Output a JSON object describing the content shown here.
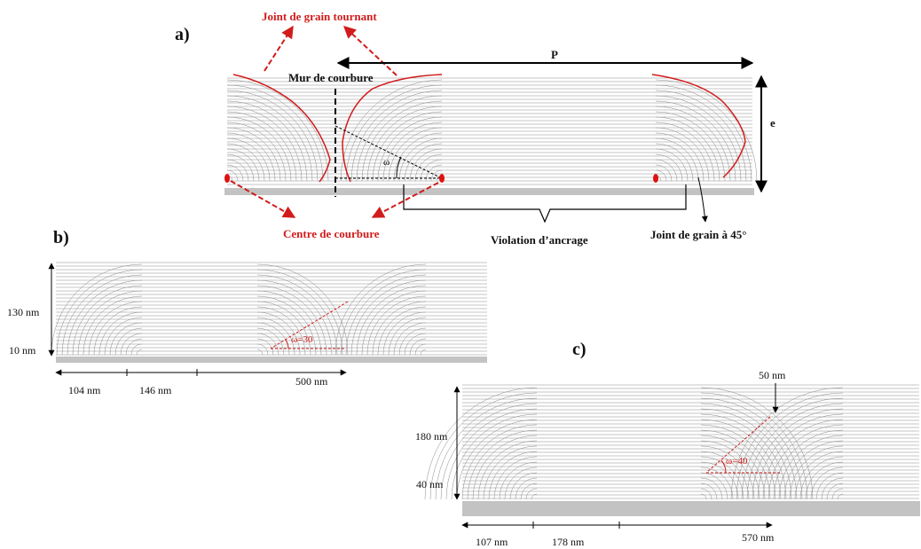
{
  "panels": {
    "a": "a)",
    "b": "b)",
    "c": "c)"
  },
  "panel_a": {
    "joint_tournant": "Joint de grain tournant",
    "mur_courbure": "Mur de courbure",
    "period": "P",
    "thickness": "e",
    "omega": "ω",
    "centre_courbure": "Centre de courbure",
    "violation": "Violation d’ancrage",
    "joint_45": "Joint de grain à 45°"
  },
  "panel_b": {
    "thickness": "130 nm",
    "anchor": "10 nm",
    "d1": "104 nm",
    "d2": "146 nm",
    "period": "500 nm",
    "omega": "ω=30"
  },
  "panel_c": {
    "thickness": "180 nm",
    "anchor": "40 nm",
    "d1": "107 nm",
    "d2": "178 nm",
    "period": "570 nm",
    "top": "50 nm",
    "omega": "ω=40"
  },
  "colors": {
    "accent": "#d21b1b",
    "line": "#7a7a7a",
    "substrate": "#c3c3c3"
  }
}
